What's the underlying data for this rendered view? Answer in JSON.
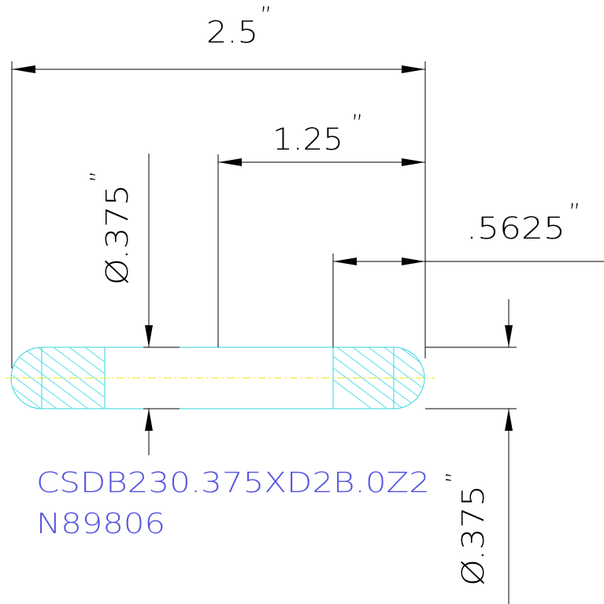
{
  "dimensions": {
    "overall_length": "2.5",
    "center_to_edge": "1.25",
    "hole_offset": ".5625",
    "diameter_left": "Ø.375",
    "diameter_right": "Ø.375",
    "inch_mark": "”"
  },
  "part": {
    "number": "CSDB230.375XD2B.0Z2",
    "code": "N89806",
    "label_color": "#5555e0"
  },
  "colors": {
    "dimension": "#000000",
    "outline": "#33d6e0",
    "centerline": "#e8e800"
  }
}
